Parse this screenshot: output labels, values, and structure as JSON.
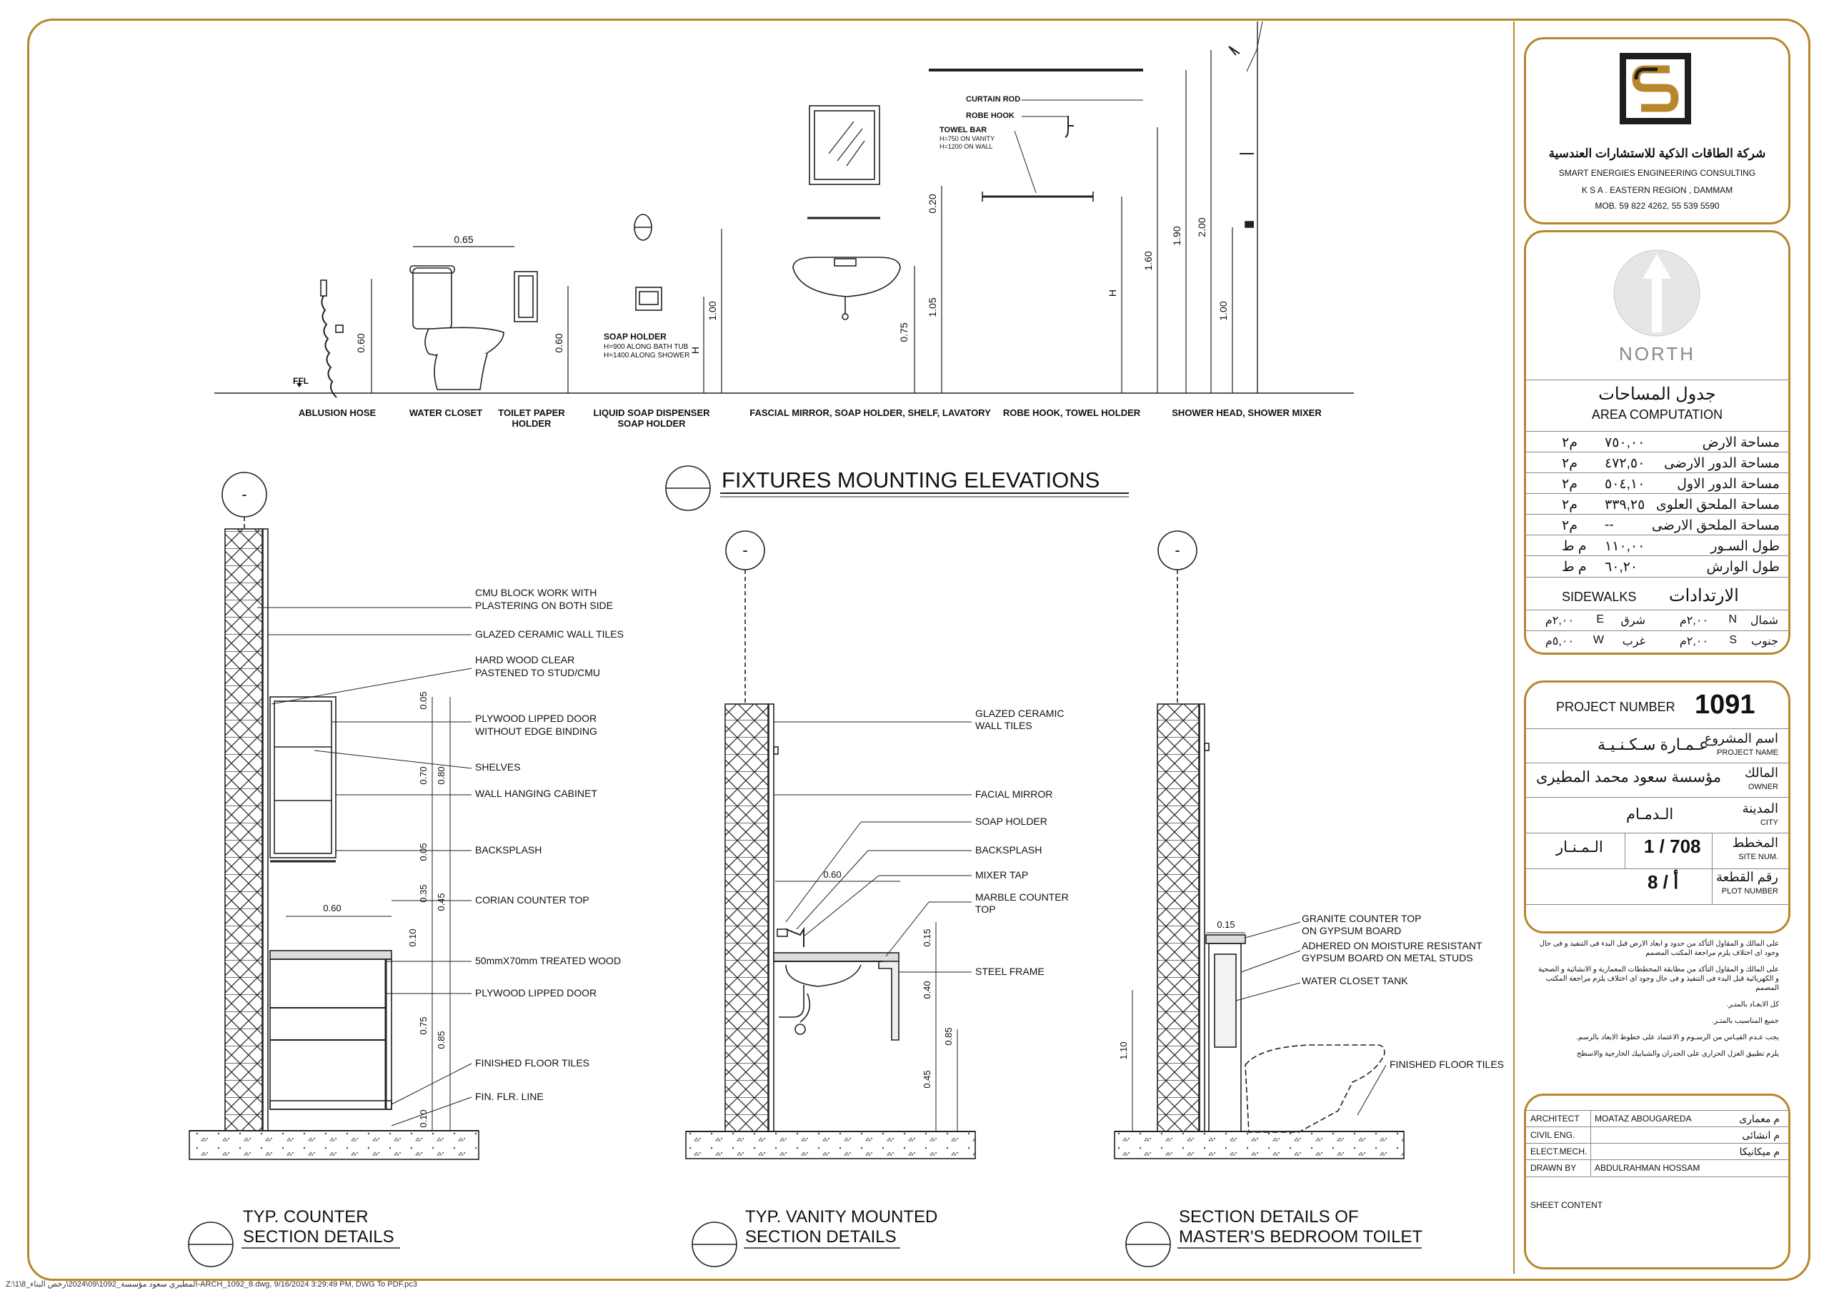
{
  "sheet": {
    "main_title": "FIXTURES MOUNTING ELEVATIONS",
    "file_path": "Z:\\1\\8_المطيري سعود مؤسسة_1092\\09\\2024\\رخص البناء-ARCH_1092_8.dwg, 9/16/2024 3:29:49 PM, DWG To PDF.pc3"
  },
  "elevations": {
    "captions": {
      "ablusion": "ABLUSION HOSE",
      "water_closet": "WATER CLOSET",
      "toilet_paper_1": "TOILET PAPER",
      "toilet_paper_2": "HOLDER",
      "soap_disp_1": "LIQUID SOAP DISPENSER",
      "soap_disp_2": "SOAP HOLDER",
      "mirror_group": "FASCIAL MIRROR, SOAP HOLDER, SHELF, LAVATORY",
      "robe_group": "ROBE HOOK, TOWEL HOLDER",
      "shower_group": "SHOWER HEAD, SHOWER MIXER"
    },
    "labels": {
      "ffl": "FFL",
      "curtain_rod": "CURTAIN ROD",
      "robe_hook": "ROBE HOOK",
      "towel_bar": "TOWEL BAR",
      "towel_bar_h1": "H=750 ON VANITY",
      "towel_bar_h2": "H=1200 ON WALL",
      "soap_holder": "SOAP HOLDER",
      "soap_holder_h1": "H=900 ALONG BATH TUB",
      "soap_holder_h2": "H=1400 ALONG SHOWER"
    },
    "dims": {
      "d060a": "0.60",
      "d065": "0.65",
      "d060b": "0.60",
      "d100a": "1.00",
      "hA": "H",
      "d020": "0.20",
      "d075": "0.75",
      "d105": "1.05",
      "hB": "H",
      "d160": "1.60",
      "d190": "1.90",
      "d200": "2.00",
      "d100b": "1.00"
    }
  },
  "sections": {
    "marker": "-",
    "counter": {
      "title_1": "TYP. COUNTER",
      "title_2": "SECTION DETAILS",
      "notes": [
        "CMU BLOCK WORK WITH",
        "PLASTERING ON BOTH SIDE",
        "GLAZED CERAMIC WALL TILES",
        "HARD WOOD CLEAR",
        "PASTENED TO STUD/CMU",
        "PLYWOOD LIPPED DOOR",
        "WITHOUT EDGE BINDING",
        "SHELVES",
        "WALL HANGING CABINET",
        "BACKSPLASH",
        "CORIAN COUNTER TOP",
        "50mmX70mm TREATED WOOD",
        "PLYWOOD LIPPED DOOR",
        "FINISHED FLOOR TILES",
        "FIN. FLR. LINE"
      ],
      "dims": [
        "0.05",
        "0.70",
        "0.80",
        "0.05",
        "0.35",
        "0.45",
        "0.10",
        "0.75",
        "0.85",
        "0.10",
        "0.60"
      ]
    },
    "vanity": {
      "title_1": "TYP. VANITY MOUNTED",
      "title_2": "SECTION DETAILS",
      "notes": [
        "GLAZED CERAMIC",
        "WALL TILES",
        "FACIAL MIRROR",
        "SOAP HOLDER",
        "BACKSPLASH",
        "MIXER TAP",
        "MARBLE COUNTER",
        "TOP",
        "STEEL FRAME"
      ],
      "dims": [
        "0.60",
        "0.15",
        "0.40",
        "0.85",
        "0.45"
      ]
    },
    "toilet": {
      "title_1": "SECTION DETAILS OF",
      "title_2": "MASTER'S BEDROOM TOILET",
      "notes": [
        "GRANITE COUNTER TOP",
        "ON GYPSUM BOARD",
        "ADHERED ON MOISTURE RESISTANT",
        "GYPSUM BOARD ON METAL STUDS",
        "WATER CLOSET TANK",
        "FINISHED FLOOR TILES"
      ],
      "dims": [
        "0.15",
        "1.10"
      ]
    }
  },
  "title_block": {
    "company_ar": "شركة الطاقات الذكية للاستشارات العندسية",
    "company_en": "SMART ENERGIES ENGINEERING CONSULTING",
    "region": "K S A . EASTERN REGION , DAMMAM",
    "mobile": "MOB. 59 822 4262, 55 539 5590",
    "north": "NORTH",
    "area_title_ar": "جدول المساحات",
    "area_title_en": "AREA COMPUTATION",
    "area_rows": [
      {
        "label": "مساحة الارض",
        "value": "٧٥٠,٠٠",
        "unit": "م٢"
      },
      {
        "label": "مساحة الدور الارضى",
        "value": "٤٧٢,٥٠",
        "unit": "م٢"
      },
      {
        "label": "مساحة الدور الاول",
        "value": "٥٠٤,١٠",
        "unit": "م٢"
      },
      {
        "label": "مساحة الملحق العلوى",
        "value": "٣٣٩,٢٥",
        "unit": "م٢"
      },
      {
        "label": "مساحة الملحق الارضى",
        "value": "--",
        "unit": "م٢"
      },
      {
        "label": "طول السـور",
        "value": "١١٠,٠٠",
        "unit": "م ط"
      },
      {
        "label": "طول الوارش",
        "value": "٦٠,٢٠",
        "unit": "م ط"
      }
    ],
    "sidewalks_en": "SIDEWALKS",
    "sidewalks_ar": "الارتدادات",
    "sidewalk_rows": [
      {
        "ar1": "شمال",
        "d1": "N",
        "v1": "٢,٠٠م",
        "ar2": "شرق",
        "d2": "E",
        "v2": "٢,٠٠م"
      },
      {
        "ar1": "جنوب",
        "d1": "S",
        "v1": "٢,٠٠م",
        "ar2": "غرب",
        "d2": "W",
        "v2": "٥,٠٠م"
      }
    ],
    "project_number_label": "PROJECT NUMBER",
    "project_number": "1091",
    "project_name_ar_label": "اسم المشروع",
    "project_name_en_label": "PROJECT NAME",
    "project_name": "عـمـارة سـكـنـيـة",
    "owner_ar_label": "المالك",
    "owner_en_label": "OWNER",
    "owner": "مؤسسة سعود محمد المطيرى",
    "city_ar_label": "المدينة",
    "city_en_label": "CITY",
    "city": "الـدمـام",
    "site_ar_label": "المخطط",
    "site_en_label": "SITE NUM.",
    "site_num": "1 / 708",
    "district": "الـمـنـار",
    "plot_ar_label": "رقم القطعة",
    "plot_en_label": "PLOT NUMBER",
    "plot_num": "8 / أ",
    "notes": [
      "على المالك و المقاول التأكد من حدود و ابعاد الارض قبل البدء فى التنفيذ و فى حال وجود اى اختلاف يلزم مراجعة المكتب المصمم",
      "على المالك و المقاول التأكد من مطابقة المخططات المعمارية و الانشائية و الصحية و الكهربائية قبل البدء فى التنفيذ و فى حال وجود اى اختلاف يلزم مراجعة المكتب المصمم",
      "كل الابعـاد بالمتـر.",
      "جميع المناسيب بالمتـر.",
      "يجب عـدم القيـاس من الرسـوم و الاعتماد على خطوط الابعاد بالرسم.",
      "يلزم تطبيق العزل الحرارى على الجدران والشبابيك الخارجية والاسطح"
    ],
    "staff": [
      {
        "en": "ARCHITECT",
        "name": "MOATAZ ABOUGAREDA",
        "ar": "م معمارى"
      },
      {
        "en": "CIVIL ENG.",
        "name": "",
        "ar": "م انشائى"
      },
      {
        "en": "ELECT.MECH.",
        "name": "",
        "ar": "م ميكانيكا"
      },
      {
        "en": "DRAWN BY",
        "name": "ABDULRAHMAN HOSSAM",
        "ar": ""
      }
    ],
    "sheet_content_label": "SHEET CONTENT"
  }
}
